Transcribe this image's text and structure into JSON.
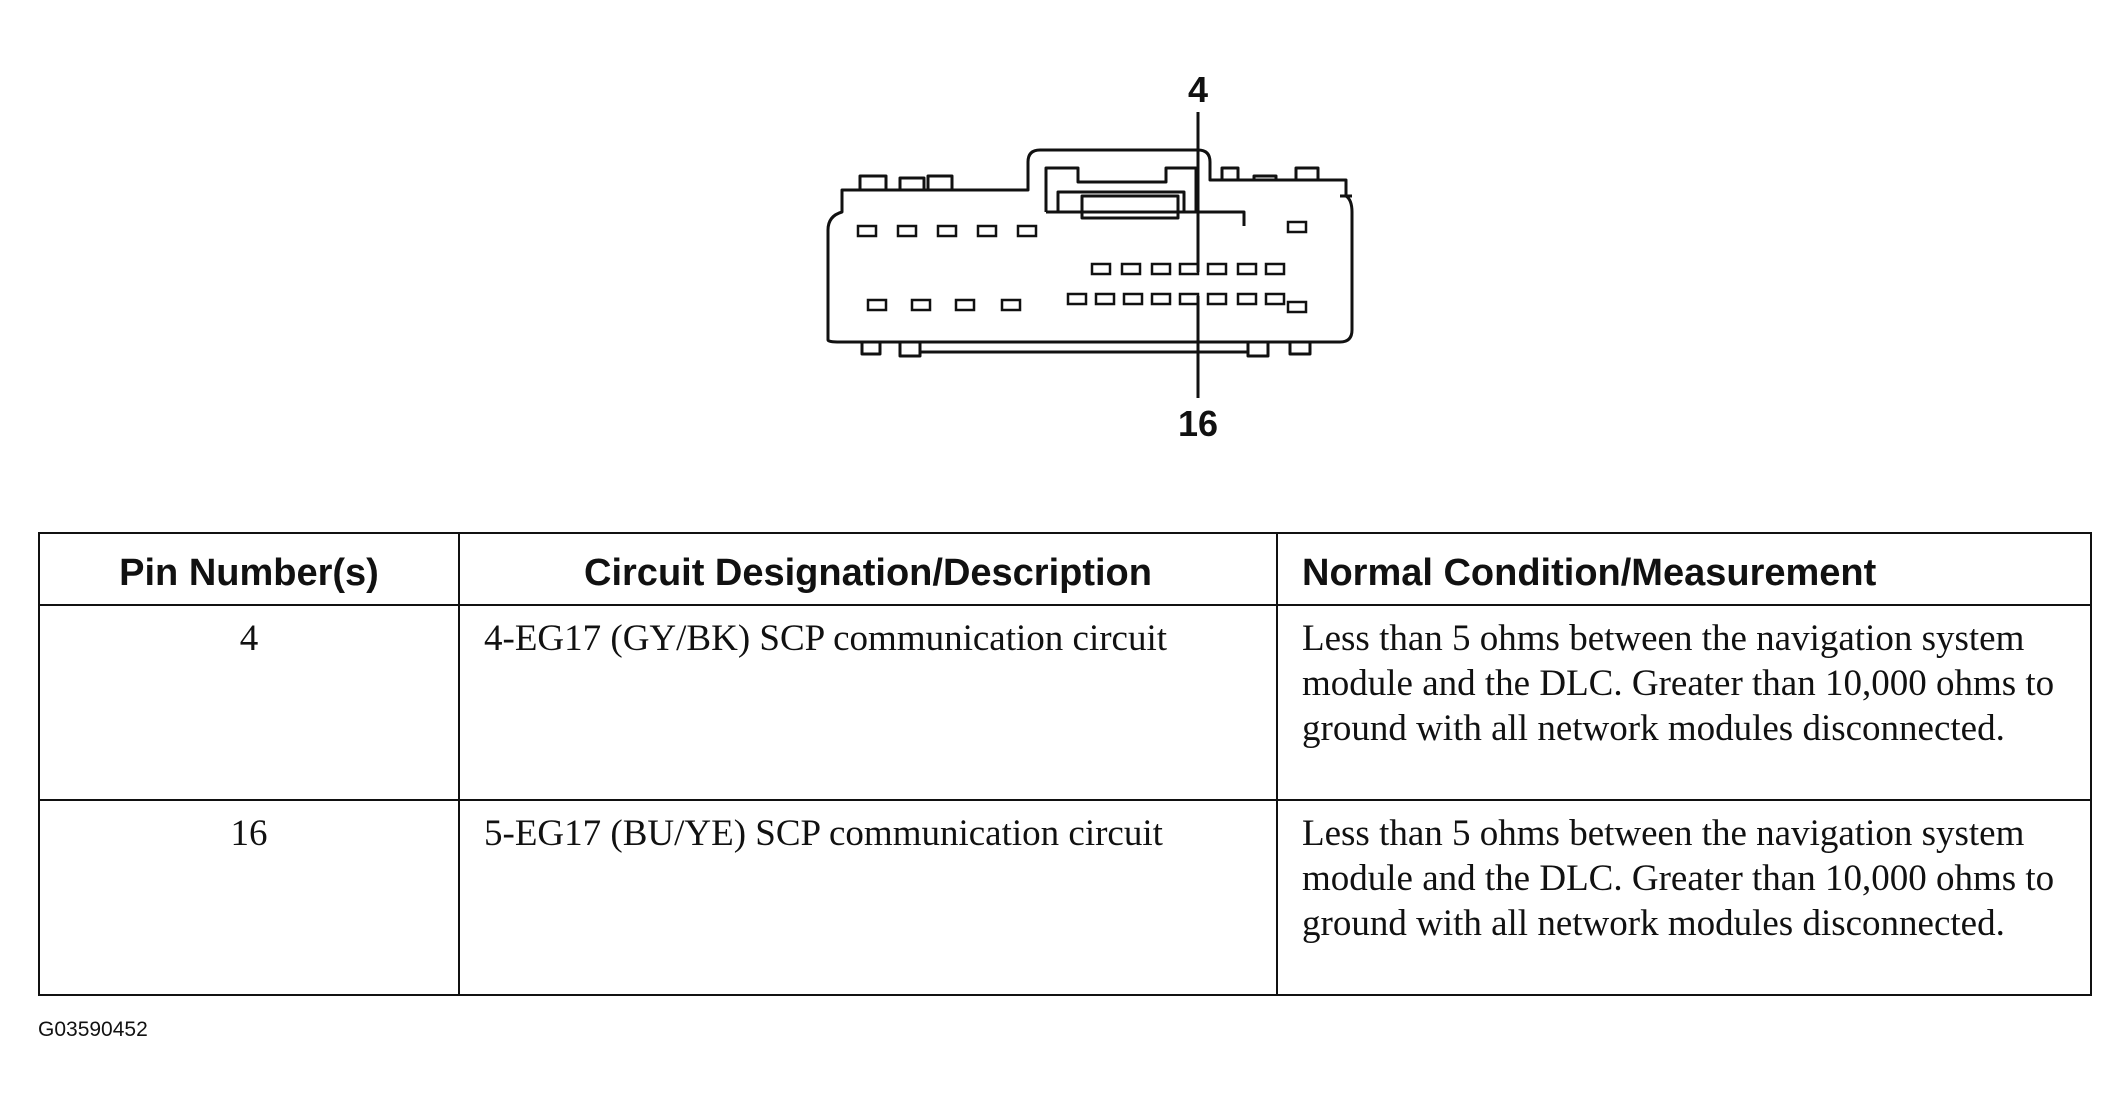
{
  "connector": {
    "callout_top": "4",
    "callout_bottom": "16"
  },
  "table": {
    "headers": {
      "pin": "Pin Number(s)",
      "circuit": "Circuit Designation/Description",
      "condition": "Normal Condition/Measurement"
    },
    "rows": [
      {
        "pin": "4",
        "circuit": "4-EG17 (GY/BK) SCP communication circuit",
        "condition": "Less than 5 ohms between the navigation system module and the DLC. Greater than 10,000 ohms to ground with all network modules disconnected."
      },
      {
        "pin": "16",
        "circuit": "5-EG17 (BU/YE) SCP communication circuit",
        "condition": "Less than 5 ohms between the navigation system module and the DLC. Greater than 10,000 ohms to ground with all network modules disconnected."
      }
    ]
  },
  "figure_id": "G03590452"
}
